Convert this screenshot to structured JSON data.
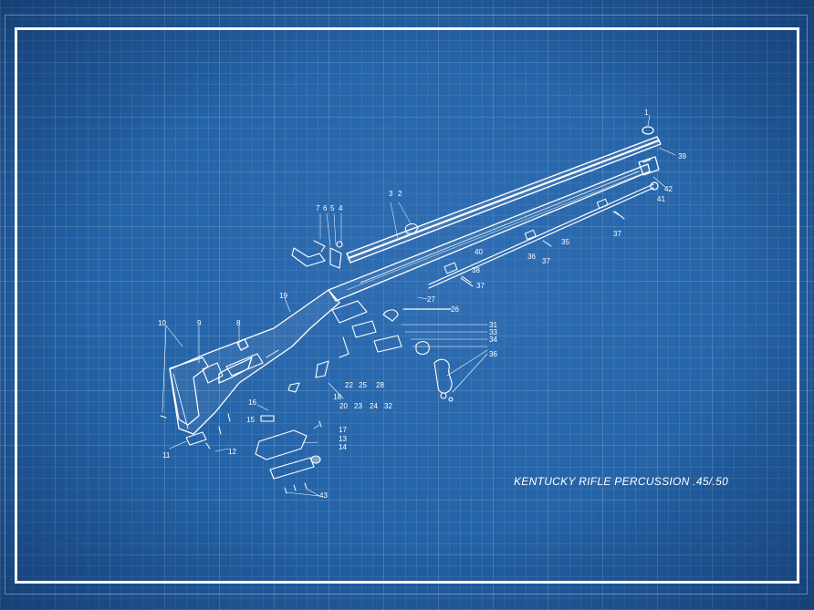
{
  "title": "KENTUCKY RIFLE PERCUSSION .45/.50",
  "colors": {
    "background": "#2362a6",
    "lines": "#ffffff"
  },
  "part_labels": [
    "1",
    "2",
    "3",
    "4",
    "5",
    "6",
    "7",
    "8",
    "9",
    "10",
    "11",
    "12",
    "13",
    "14",
    "15",
    "16",
    "17",
    "18",
    "19",
    "20",
    "22",
    "23",
    "24",
    "25",
    "26",
    "27",
    "28",
    "31",
    "32",
    "33",
    "34",
    "35",
    "36",
    "37",
    "38",
    "39",
    "40",
    "41",
    "42",
    "43"
  ]
}
